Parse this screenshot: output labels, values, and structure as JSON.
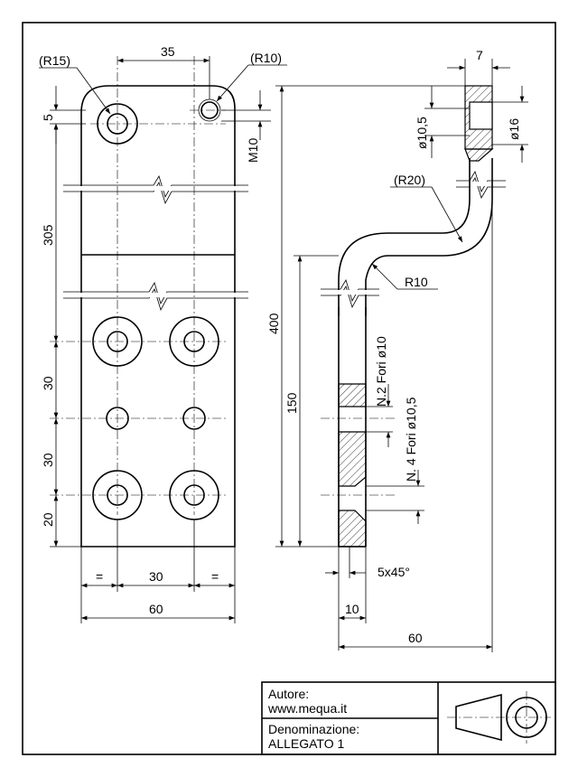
{
  "front_view": {
    "dims": {
      "r15": "(R15)",
      "r10": "(R10)",
      "d35": "35",
      "d5": "5",
      "m10": "M10",
      "d305": "305",
      "d30a": "30",
      "d30b": "30",
      "d20": "20",
      "eq_left": "=",
      "d30_bottom": "30",
      "eq_right": "=",
      "d60": "60"
    }
  },
  "side_view": {
    "dims": {
      "d7": "7",
      "dia10_5": "ø10,5",
      "dia16": "ø16",
      "r20": "(R20)",
      "r10": "R10",
      "d400": "400",
      "d150": "150",
      "holes_n2": "N.2 Fori ø10",
      "holes_n4": "N. 4 Fori ø10,5",
      "chamfer": "5x45°",
      "d10": "10",
      "d60": "60"
    }
  },
  "title_block": {
    "author_label": "Autore:",
    "author_value": "www.mequa.it",
    "name_label": "Denominazione:",
    "name_value": "ALLEGATO 1"
  }
}
